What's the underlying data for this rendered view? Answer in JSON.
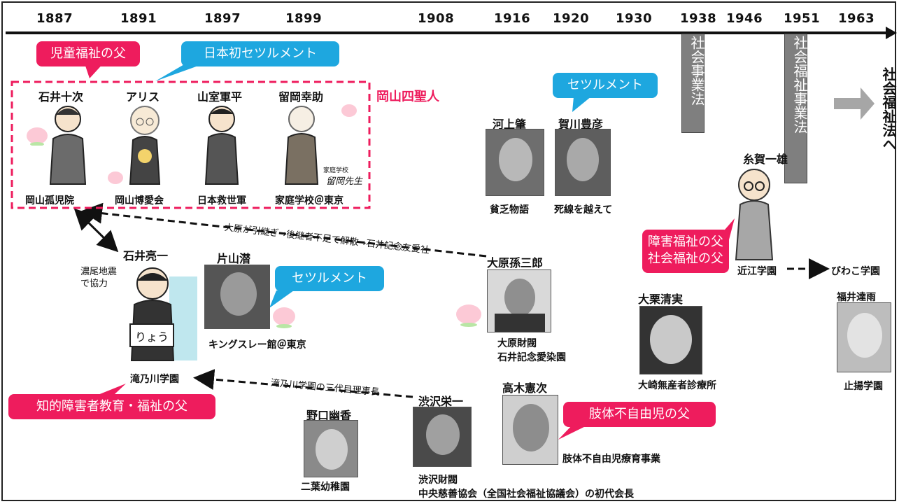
{
  "timeline": {
    "years": [
      "1887",
      "1891",
      "1897",
      "1899",
      "1908",
      "1916",
      "1920",
      "1930",
      "1938",
      "1946",
      "1951",
      "1963"
    ],
    "end_label": "社会福祉法へ"
  },
  "laws": {
    "law_1938": "社会事業法",
    "law_1951": "社会福祉事業法"
  },
  "callouts": {
    "child_welfare_father": "児童福祉の父",
    "first_settlement": "日本初セツルメント",
    "settlement_kagawa": "セツルメント",
    "settlement_katayama": "セツルメント",
    "disability_father": "障害福祉の父\n社会福祉の父",
    "intellectual_father": "知的障害者教育・福祉の父",
    "physical_disability_father": "肢体不自由児の父"
  },
  "okayama": {
    "label": "岡山四聖人",
    "people": [
      {
        "name": "石井十次",
        "org": "岡山孤児院"
      },
      {
        "name": "アリス",
        "org": "岡山博愛会"
      },
      {
        "name": "山室軍平",
        "org": "日本救世軍"
      },
      {
        "name": "留岡幸助",
        "org": "家庭学校＠東京"
      }
    ],
    "sign_small": "家庭学校",
    "sign_large": "留岡先生"
  },
  "people": {
    "kawakami": {
      "name": "河上肇",
      "work": "貧乏物語"
    },
    "kagawa": {
      "name": "賀川豊彦",
      "work": "死線を越えて"
    },
    "itoga": {
      "name": "糸賀一雄",
      "org1": "近江学園",
      "org2": "びわこ学園"
    },
    "ishii_ryoichi": {
      "name": "石井亮一",
      "note": "濃尾地震\nで協力",
      "org": "滝乃川学園",
      "sign": "りょう"
    },
    "katayama": {
      "name": "片山潜",
      "org": "キングスレー館＠東京"
    },
    "ohara": {
      "name": "大原孫三郎",
      "org1": "大原財閥",
      "org2": "石井記念愛染園"
    },
    "okuri": {
      "name": "大栗清実",
      "org": "大崎無産者診療所"
    },
    "fukui": {
      "name": "福井達雨",
      "org": "止揚学園"
    },
    "takagi": {
      "name": "高木憲次",
      "org": "肢体不自由児療育事業"
    },
    "shibusawa": {
      "name": "渋沢栄一",
      "org1": "渋沢財閥",
      "org2": "中央慈善協会（全国社会福祉協議会）の初代会長"
    },
    "noguchi": {
      "name": "野口幽香",
      "org": "二葉幼稚園"
    }
  },
  "relations": {
    "ohara_succession": "大原が引継ぎ→後継者不足で解散→石井記念友愛社",
    "shibusawa_takinogawa": "滝乃川学園の三代目理事長"
  },
  "colors": {
    "accent_pink": "#ee1c5d",
    "accent_cyan": "#1ea7df",
    "law_gray": "#7f7f7f"
  }
}
